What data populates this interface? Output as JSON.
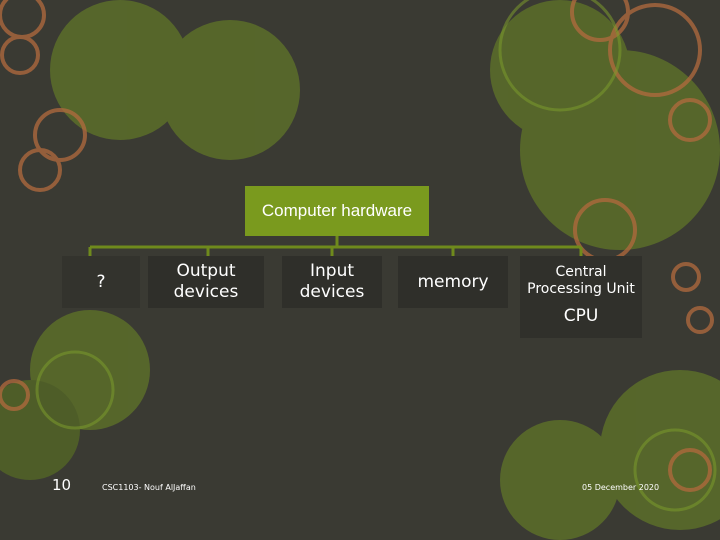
{
  "diagram": {
    "root": "Computer hardware",
    "children": [
      {
        "label": "?"
      },
      {
        "label": "Output devices"
      },
      {
        "label": "Input devices"
      },
      {
        "label": "memory"
      },
      {
        "label": "Central Processing Unit",
        "sub": "CPU"
      }
    ]
  },
  "footer": {
    "slide_number": "10",
    "course": "CSC1103- Nouf AlJaffan",
    "date": "05 December 2020"
  },
  "colors": {
    "background": "#3a3a33",
    "accent": "#7a9a1e",
    "box": "#2f2f2a",
    "connector": "#6f8a1c",
    "text": "#ffffff"
  }
}
